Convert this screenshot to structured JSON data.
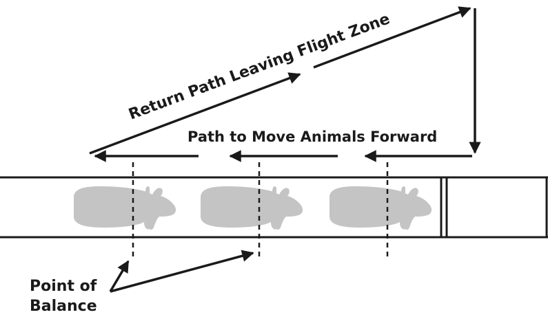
{
  "labels": {
    "return_path": "Return Path Leaving Flight Zone",
    "forward_path": "Path to Move Animals Forward",
    "point_of_balance_line1": "Point of",
    "point_of_balance_line2": "Balance"
  },
  "animal_count": 3,
  "colors": {
    "ink": "#1a1a1a",
    "animal": "#c4c4c4",
    "background": "#ffffff"
  }
}
